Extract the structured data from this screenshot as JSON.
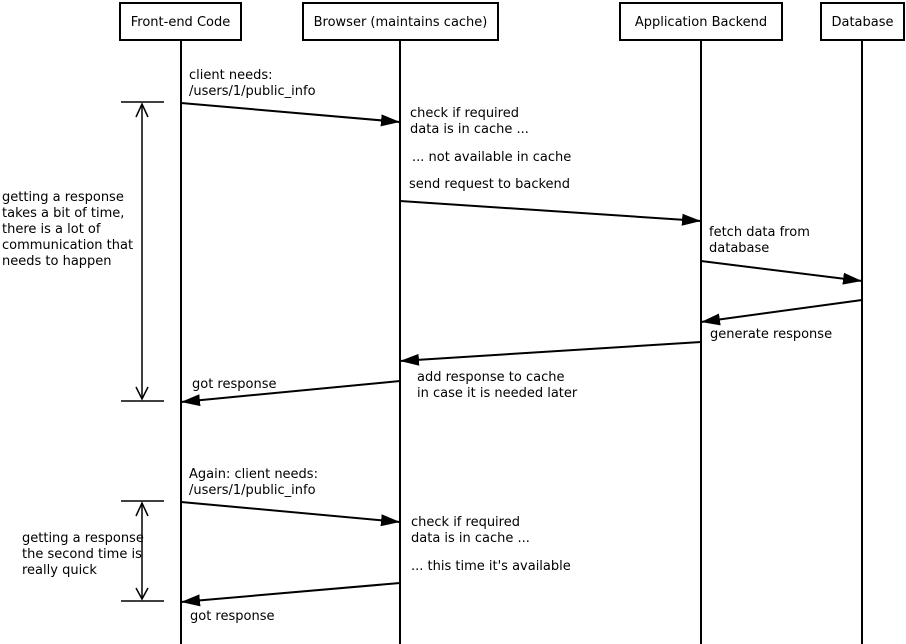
{
  "actors": [
    {
      "label": "Front-end Code"
    },
    {
      "label": "Browser (maintains cache)"
    },
    {
      "label": "Application Backend"
    },
    {
      "label": "Database"
    }
  ],
  "messages": {
    "request1": {
      "line1": "client needs:",
      "line2": "/users/1/public_info"
    },
    "check1": {
      "line1": "check if required",
      "line2": "data is in cache ..."
    },
    "not_available": "... not available in cache",
    "send_request": "send request to backend",
    "fetch": {
      "line1": "fetch data from",
      "line2": "database"
    },
    "generate": "generate response",
    "add_cache": {
      "line1": "add response to cache",
      "line2": "in case it is needed later"
    },
    "got1": "got response",
    "request2": {
      "line1": "Again: client needs:",
      "line2": "/users/1/public_info"
    },
    "check2": {
      "line1": "check if required",
      "line2": "data is in cache ..."
    },
    "available": "... this time it's available",
    "got2": "got response"
  },
  "notes": {
    "slow": [
      "getting a response",
      "takes a bit of time,",
      "there is a lot of",
      "communication that",
      "needs to happen"
    ],
    "fast": [
      "getting a response",
      "the second time is",
      "really quick"
    ]
  },
  "colors": {
    "ink": "#000000",
    "background": "#ffffff"
  }
}
